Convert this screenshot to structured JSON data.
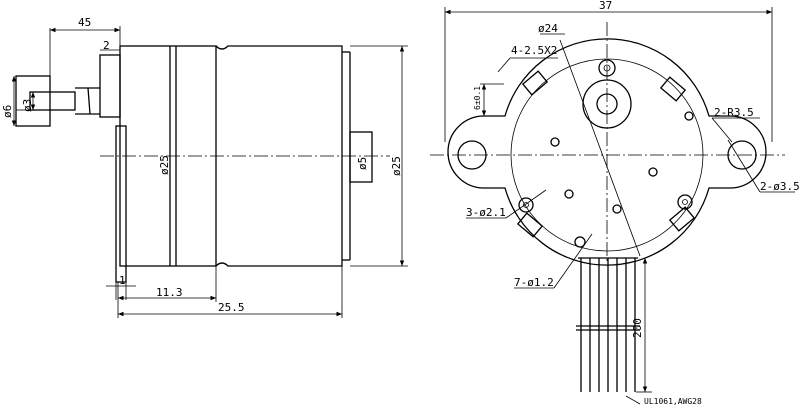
{
  "side_view": {
    "dims": {
      "shaft_length": "45",
      "shaft_offset": "2",
      "shaft_dia": "ø6",
      "shaft_flat_dia": "ø3",
      "body_dia_25": "ø25",
      "rear_boss_dia": "ø5",
      "outer_dia_25": "ø25",
      "flange_thickness": "1",
      "gear_box_length": "11.3",
      "total_length": "25.5"
    }
  },
  "front_view": {
    "dims": {
      "overall_width": "37",
      "pitch_circle": "ø24",
      "slot": "4-2.5X2",
      "slot_offset": "6±0.1",
      "mount_radius": "2-R3.5",
      "mount_hole": "2-ø3.5",
      "holes_small": "3-ø2.1",
      "holes_tiny": "7-ø1.2",
      "lead_length": "200",
      "cable_spec": "UL1061,AWG28"
    }
  }
}
